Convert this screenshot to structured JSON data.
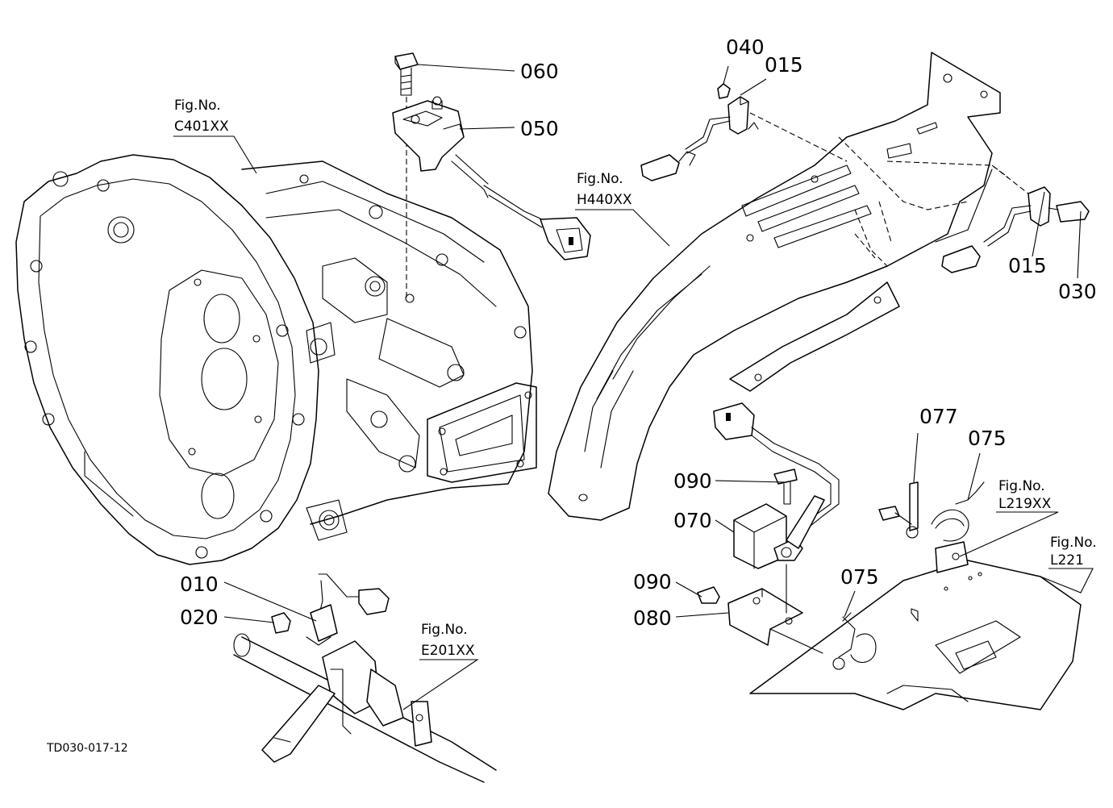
{
  "parts": [
    {
      "id": "p060",
      "number": "060"
    },
    {
      "id": "p050",
      "number": "050"
    },
    {
      "id": "p040",
      "number": "040"
    },
    {
      "id": "p015a",
      "number": "015"
    },
    {
      "id": "p015b",
      "number": "015"
    },
    {
      "id": "p030",
      "number": "030"
    },
    {
      "id": "p077",
      "number": "077"
    },
    {
      "id": "p075a",
      "number": "075"
    },
    {
      "id": "p090a",
      "number": "090"
    },
    {
      "id": "p070",
      "number": "070"
    },
    {
      "id": "p090b",
      "number": "090"
    },
    {
      "id": "p080",
      "number": "080"
    },
    {
      "id": "p075b",
      "number": "075"
    },
    {
      "id": "p010",
      "number": "010"
    },
    {
      "id": "p020",
      "number": "020"
    }
  ],
  "figure_refs": [
    {
      "id": "c401",
      "prefix": "Fig.No.",
      "code": "C401XX"
    },
    {
      "id": "h440",
      "prefix": "Fig.No.",
      "code": "H440XX"
    },
    {
      "id": "l219",
      "prefix": "Fig.No.",
      "code": "L219XX"
    },
    {
      "id": "l221",
      "prefix": "Fig.No.",
      "code": "L221"
    },
    {
      "id": "e201",
      "prefix": "Fig.No.",
      "code": "E201XX"
    }
  ],
  "drawing_number": "TD030-017-12"
}
